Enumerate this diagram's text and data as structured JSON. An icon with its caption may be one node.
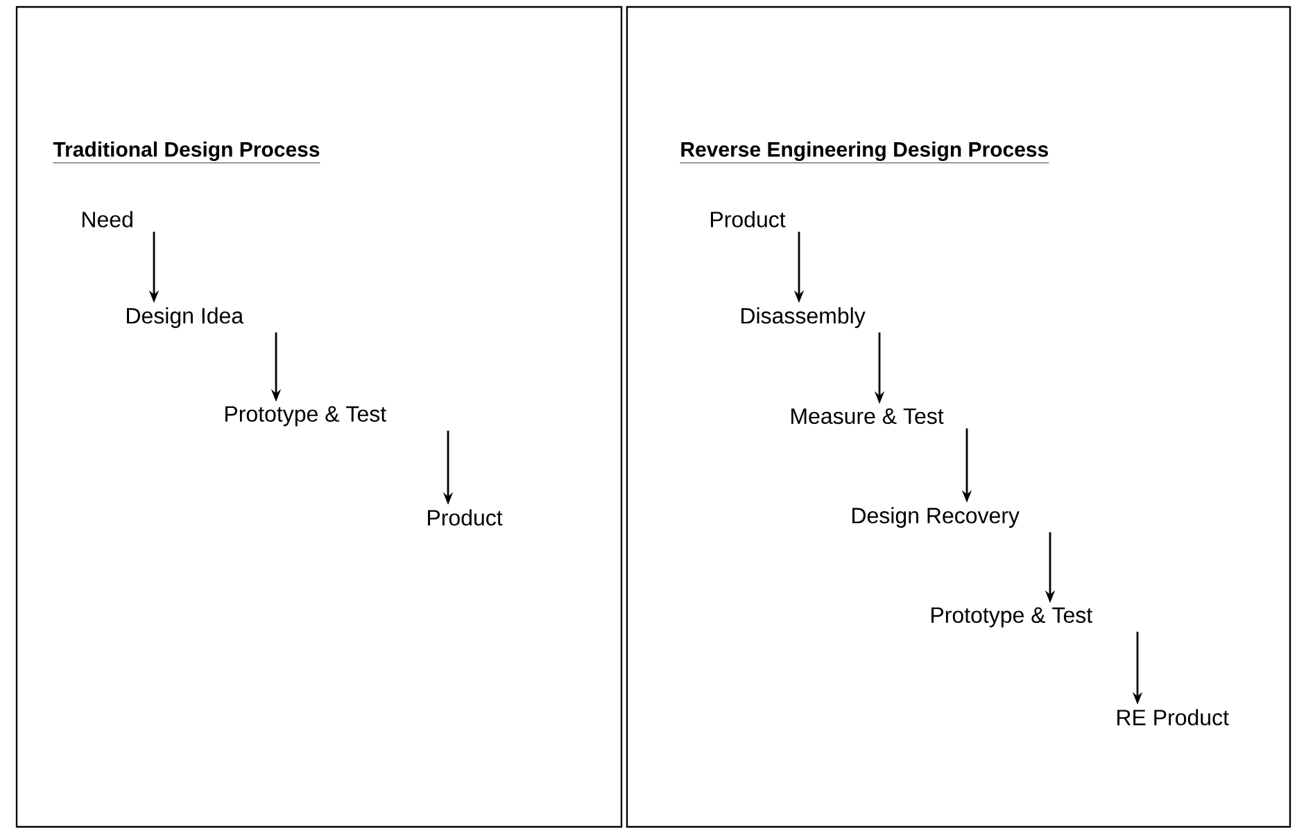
{
  "diagram": {
    "nodes": [
      {
        "text": [
          "Traditional Design Process"
        ]
      },
      {
        "text": [
          "Need"
        ],
        "in": 0
      },
      {
        "text": [
          "Design Idea"
        ],
        "in": 0
      },
      {
        "text": [
          "Prototype & Test"
        ],
        "in": 0
      },
      {
        "text": [
          "Product"
        ],
        "in": 0
      },
      {
        "text": [
          "Reverse Engineering Design Process"
        ]
      },
      {
        "text": [
          "Product"
        ],
        "in": 5
      },
      {
        "text": [
          "Disassembly"
        ],
        "in": 5
      },
      {
        "text": [
          "Measure & Test"
        ],
        "in": 5
      },
      {
        "text": [
          "Design Recovery"
        ],
        "in": 5
      },
      {
        "text": [
          "Prototype & Test"
        ],
        "in": 5
      },
      {
        "text": [
          "RE Product"
        ],
        "in": 5
      }
    ],
    "edges": [
      {
        "from": 1,
        "to": 2,
        "arrow": "to"
      },
      {
        "from": 2,
        "to": 3,
        "arrow": "to"
      },
      {
        "from": 3,
        "to": 4,
        "arrow": "to"
      },
      {
        "from": 6,
        "to": 7,
        "arrow": "to"
      },
      {
        "from": 7,
        "to": 8,
        "arrow": "to"
      },
      {
        "from": 8,
        "to": 9,
        "arrow": "to"
      },
      {
        "from": 9,
        "to": 10,
        "arrow": "to"
      },
      {
        "from": 10,
        "to": 11,
        "arrow": "to"
      }
    ]
  }
}
